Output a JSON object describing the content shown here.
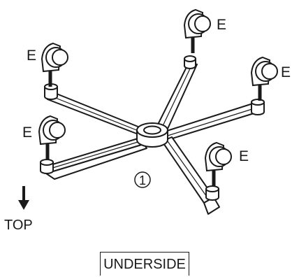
{
  "diagram": {
    "caster_label": "E",
    "part_number": "1",
    "direction_label": "TOP",
    "view_label": "UNDERSIDE"
  }
}
